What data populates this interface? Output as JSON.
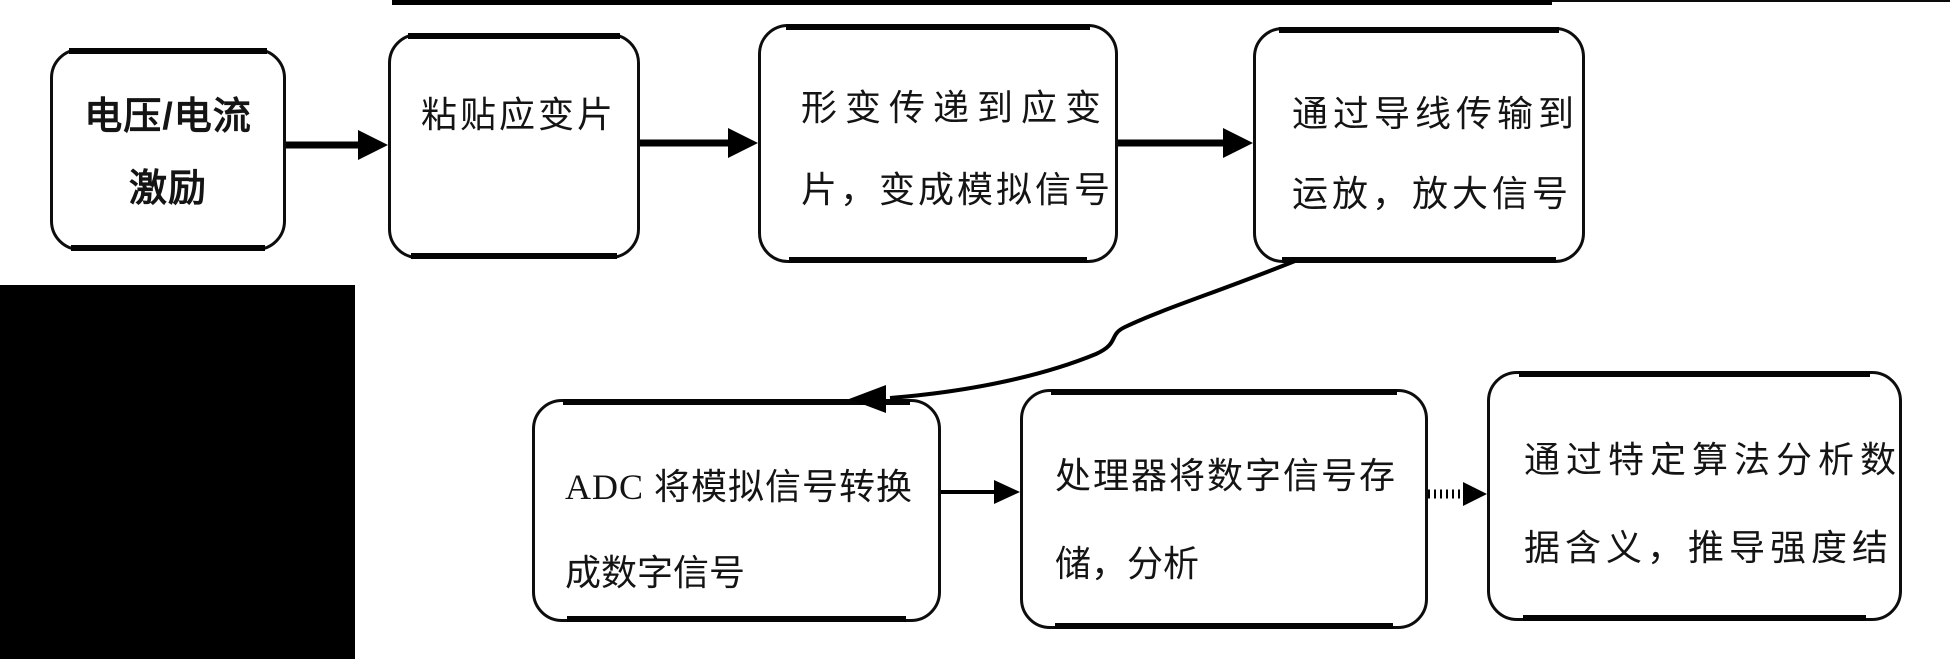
{
  "diagram": {
    "description": "Strain-gauge signal measurement flowchart (scanned document)",
    "colors": {
      "ink": "#000000",
      "background": "#ffffff",
      "redaction_block": "#000000"
    },
    "nodes": [
      {
        "id": "excitation",
        "lines": [
          "电压/电流",
          "激励"
        ]
      },
      {
        "id": "attach-gauge",
        "lines": [
          "粘贴应变片"
        ]
      },
      {
        "id": "deform-to-gauge",
        "lines": [
          "形变传递到应变",
          "片，变成模拟信号"
        ]
      },
      {
        "id": "wire-to-opamp",
        "lines": [
          "通过导线传输到",
          "运放，放大信号"
        ]
      },
      {
        "id": "adc-convert",
        "lines": [
          "ADC 将模拟信号转换",
          "成数字信号"
        ]
      },
      {
        "id": "processor-store",
        "lines": [
          "处理器将数字信号存",
          "储，分析"
        ]
      },
      {
        "id": "algorithm-analyze",
        "lines": [
          "通过特定算法分析数",
          "据含义，推导强度结"
        ]
      }
    ],
    "connections": [
      {
        "from": "excitation",
        "to": "attach-gauge",
        "style": "solid-thick-arrow"
      },
      {
        "from": "attach-gauge",
        "to": "deform-to-gauge",
        "style": "solid-thick-arrow"
      },
      {
        "from": "deform-to-gauge",
        "to": "wire-to-opamp",
        "style": "solid-thick-arrow"
      },
      {
        "from": "wire-to-opamp",
        "to": "adc-convert",
        "style": "curved-s-arrow"
      },
      {
        "from": "adc-convert",
        "to": "processor-store",
        "style": "solid-thin-arrow"
      },
      {
        "from": "processor-store",
        "to": "algorithm-analyze",
        "style": "ticked-dashed-arrow"
      }
    ]
  }
}
